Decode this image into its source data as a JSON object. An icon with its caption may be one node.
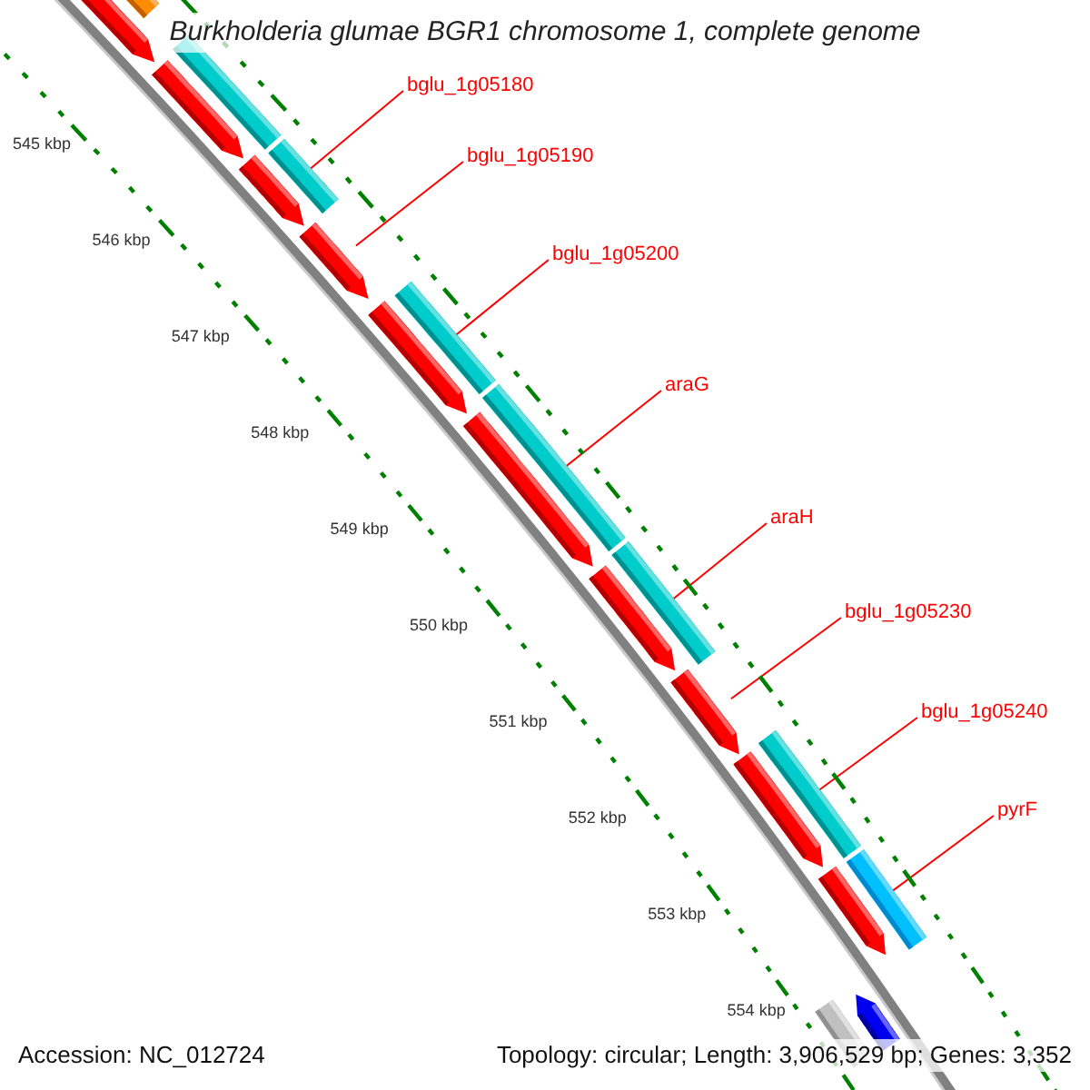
{
  "diagram": {
    "title": "Burkholderia glumae BGR1 chromosome 1, complete genome",
    "nodes": [
      {
        "text": [
          "bglu_1g05180"
        ]
      },
      {
        "text": [
          "bglu_1g05190"
        ]
      },
      {
        "text": [
          "bglu_1g05200"
        ]
      },
      {
        "text": [
          "araG"
        ]
      },
      {
        "text": [
          "araH"
        ]
      },
      {
        "text": [
          "bglu_1g05230"
        ]
      },
      {
        "text": [
          "bglu_1g05240"
        ]
      },
      {
        "text": [
          "pyrF"
        ]
      },
      {
        "text": [],
        "shape": "arrow"
      },
      {
        "text": [],
        "shape": "arrow"
      },
      {
        "text": [],
        "shape": "arrow"
      },
      {
        "text": [],
        "shape": "arrow"
      },
      {
        "text": [],
        "shape": "arrow"
      },
      {
        "text": [],
        "shape": "arrow"
      },
      {
        "text": [],
        "shape": "arrow"
      },
      {
        "text": [],
        "shape": "arrow"
      },
      {
        "text": [],
        "shape": "arrow"
      },
      {
        "text": [],
        "shape": "arrow"
      },
      {
        "text": [],
        "shape": "bar"
      },
      {
        "text": [],
        "shape": "bar"
      },
      {
        "text": [],
        "shape": "bar"
      },
      {
        "text": [],
        "shape": "bar"
      },
      {
        "text": [],
        "shape": "bar"
      },
      {
        "text": [],
        "shape": "bar"
      },
      {
        "text": [],
        "shape": "bar"
      },
      {
        "text": [],
        "shape": "bar"
      },
      {
        "text": [],
        "shape": "arrow"
      },
      {
        "text": [],
        "shape": "bar"
      }
    ],
    "edges": [
      {
        "from": 0,
        "to": 10,
        "arrow": "none"
      },
      {
        "from": 1,
        "to": 11,
        "arrow": "none"
      },
      {
        "from": 2,
        "to": 12,
        "arrow": "none"
      },
      {
        "from": 3,
        "to": 13,
        "arrow": "none"
      },
      {
        "from": 4,
        "to": 14,
        "arrow": "none"
      },
      {
        "from": 5,
        "to": 15,
        "arrow": "none"
      },
      {
        "from": 6,
        "to": 16,
        "arrow": "none"
      },
      {
        "from": 7,
        "to": 17,
        "arrow": "none"
      }
    ],
    "labels": [
      "545 kbp",
      "546 kbp",
      "547 kbp",
      "548 kbp",
      "549 kbp",
      "550 kbp",
      "551 kbp",
      "552 kbp",
      "553 kbp",
      "554 kbp",
      "Accession: NC_012724",
      "Topology: circular; Length: 3,906,529 bp; Genes: 3,352"
    ]
  }
}
